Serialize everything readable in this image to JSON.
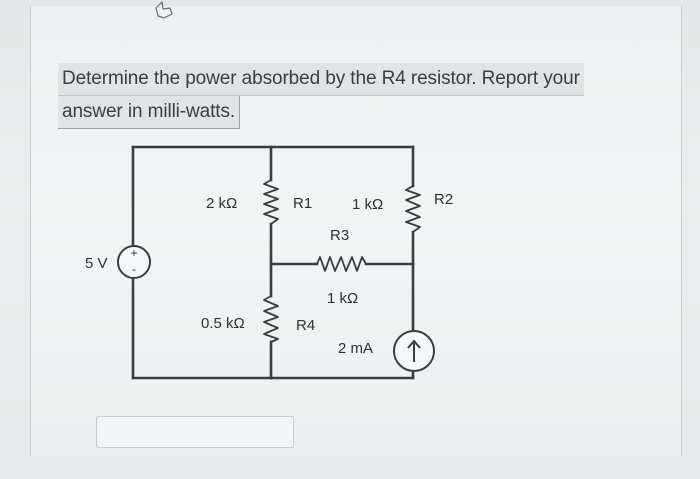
{
  "question": {
    "line1": "Determine the power absorbed by the R4 resistor. Report your",
    "line2": "answer in milli-watts."
  },
  "circuit": {
    "voltage_source": "5 V",
    "r_2k": "2 kΩ",
    "r1_name": "R1",
    "r_top_1k": "1 kΩ",
    "r2_name": "R2",
    "r3_name": "R3",
    "r3_value": "1 kΩ",
    "r_05k": "0.5 kΩ",
    "r4_name": "R4",
    "current_source": "2 mA",
    "plus": "+",
    "minus": "-"
  },
  "answer": {
    "value": "",
    "placeholder": ""
  },
  "colors": {
    "wire": "#3a3c3e",
    "background": "#eef0f1"
  },
  "icons": [
    "cursor-icon",
    "voltage-source-icon",
    "current-source-icon",
    "resistor-icon"
  ]
}
